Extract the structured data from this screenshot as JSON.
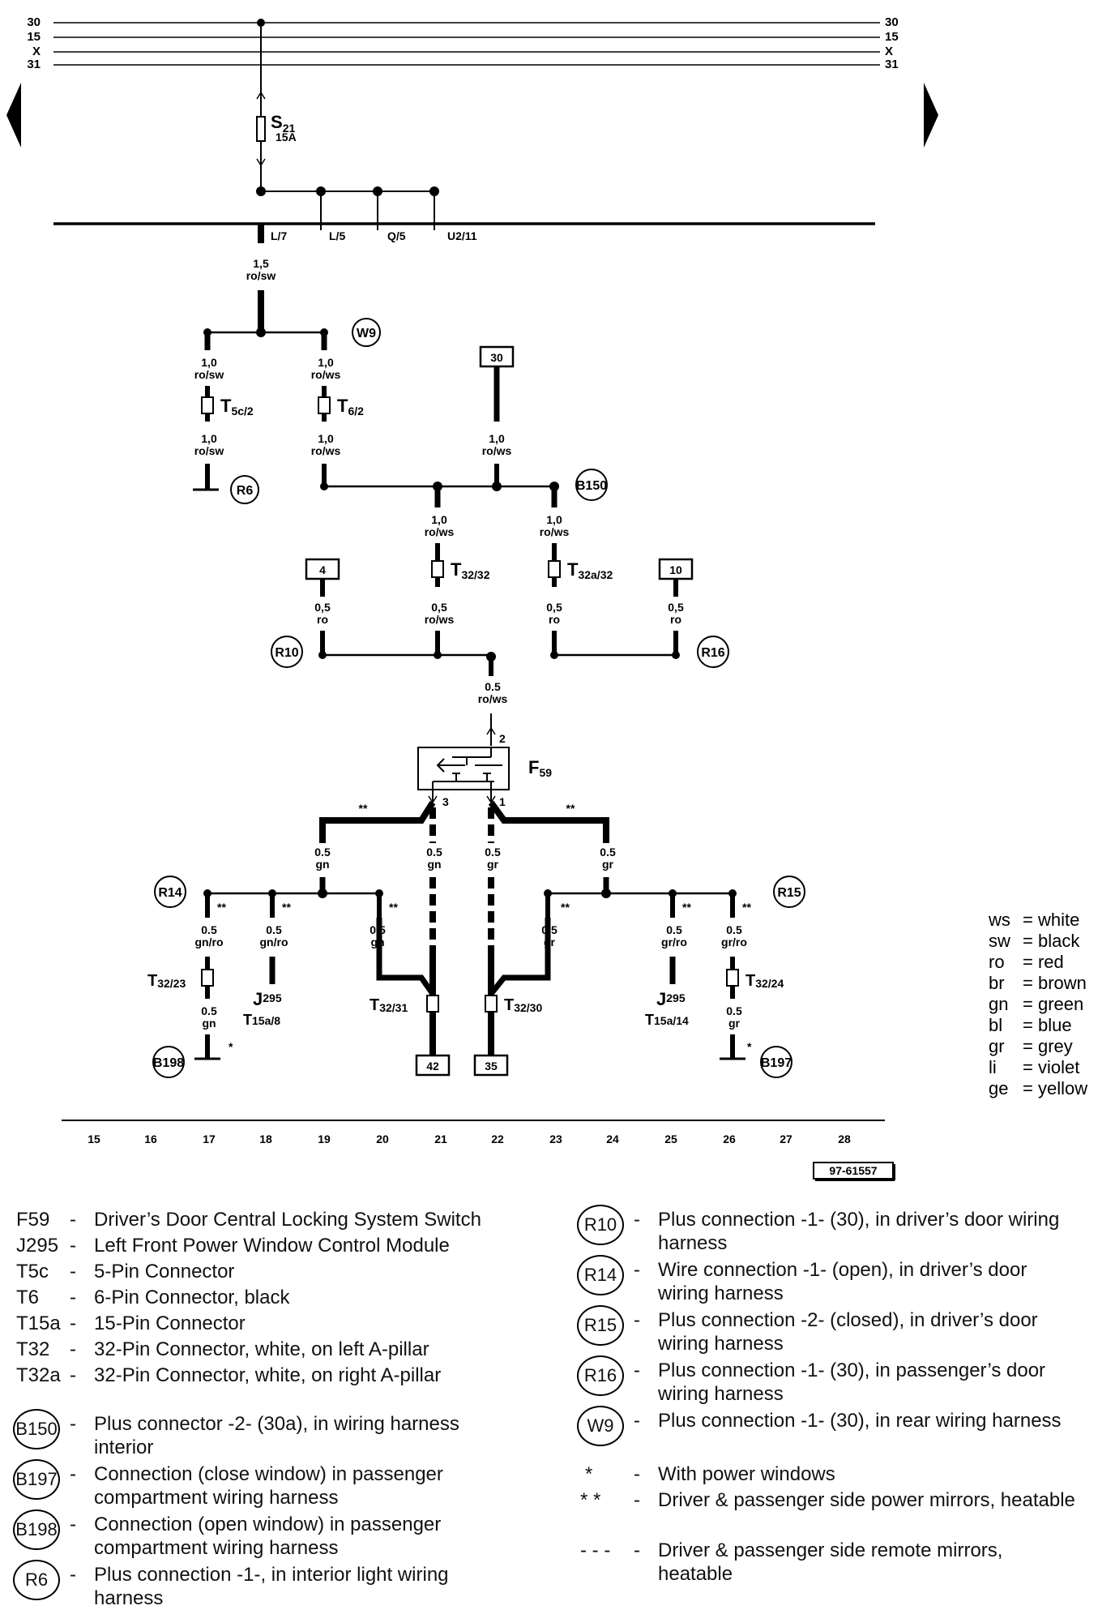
{
  "rails": {
    "left": [
      "30",
      "15",
      "X",
      "31"
    ],
    "right": [
      "30",
      "15",
      "X",
      "31"
    ]
  },
  "fuse": {
    "name": "S",
    "sub": "21",
    "rating": "15A"
  },
  "bus_taps": [
    "L/7",
    "L/5",
    "Q/5",
    "U2/11"
  ],
  "wires": {
    "main": [
      "1,5",
      "ro/sw"
    ],
    "w1": [
      "1,0",
      "ro/sw"
    ],
    "w2": [
      "1,0",
      "ro/ws"
    ],
    "w3": [
      "1,0",
      "ro/sw"
    ],
    "w4": [
      "1,0",
      "ro/ws"
    ],
    "w5": [
      "1,0",
      "ro/ws"
    ],
    "w6": [
      "1,0",
      "ro/ws"
    ],
    "w7": [
      "1,0",
      "ro/ws"
    ],
    "w8": [
      "0,5",
      "ro"
    ],
    "w9": [
      "0,5",
      "ro/ws"
    ],
    "w10": [
      "0,5",
      "ro"
    ],
    "w11": [
      "0,5",
      "ro"
    ],
    "w12": [
      "0.5",
      "ro/ws"
    ],
    "w13": [
      "0.5",
      "gn"
    ],
    "w14": [
      "0.5",
      "gn"
    ],
    "w15": [
      "0.5",
      "gr"
    ],
    "w16": [
      "0.5",
      "gr"
    ],
    "w17": [
      "0.5",
      "gn/ro"
    ],
    "w18": [
      "0.5",
      "gn/ro"
    ],
    "w19": [
      "0.5",
      "gn"
    ],
    "w20": [
      "0.5",
      "gr"
    ],
    "w21": [
      "0.5",
      "gr/ro"
    ],
    "w22": [
      "0.5",
      "gr/ro"
    ],
    "w23": [
      "0.5",
      "gn"
    ],
    "w24": [
      "0.5",
      "gr"
    ]
  },
  "connectors": {
    "t5c": {
      "name": "T",
      "sub": "5c/2"
    },
    "t6": {
      "name": "T",
      "sub": "6/2"
    },
    "t3232": {
      "name": "T",
      "sub": "32/32"
    },
    "t32a32": {
      "name": "T",
      "sub": "32a/32"
    },
    "t3223": {
      "name": "T",
      "sub": "32/23"
    },
    "t3231": {
      "name": "T",
      "sub": "32/31"
    },
    "t3230": {
      "name": "T",
      "sub": "32/30"
    },
    "t3224": {
      "name": "T",
      "sub": "32/24"
    }
  },
  "modules": {
    "j1": {
      "name": "J",
      "sub": "295",
      "pin_name": "T",
      "pin_sub": "15a/8"
    },
    "j2": {
      "name": "J",
      "sub": "295",
      "pin_name": "T",
      "pin_sub": "15a/14"
    }
  },
  "switch": {
    "name": "F",
    "sub": "59",
    "pins": [
      "2",
      "3",
      "1"
    ]
  },
  "ground_points": {
    "w9": "W9",
    "r6": "R6",
    "b150": "B150",
    "r10": "R10",
    "r16": "R16",
    "r14": "R14",
    "r15": "R15",
    "b198": "B198",
    "b197": "B197"
  },
  "boxes": {
    "b30": "30",
    "b4": "4",
    "b10": "10",
    "b42": "42",
    "b35": "35"
  },
  "marks": {
    "single": "*",
    "double": "**"
  },
  "scale": [
    "15",
    "16",
    "17",
    "18",
    "19",
    "20",
    "21",
    "22",
    "23",
    "24",
    "25",
    "26",
    "27",
    "28"
  ],
  "doc_number": "97-61557",
  "color_key": [
    {
      "code": "ws",
      "name": "white"
    },
    {
      "code": "sw",
      "name": "black"
    },
    {
      "code": "ro",
      "name": "red"
    },
    {
      "code": "br",
      "name": "brown"
    },
    {
      "code": "gn",
      "name": "green"
    },
    {
      "code": "bl",
      "name": "blue"
    },
    {
      "code": "gr",
      "name": "grey"
    },
    {
      "code": "li",
      "name": "violet"
    },
    {
      "code": "ge",
      "name": "yellow"
    }
  ],
  "legend_left": [
    {
      "code": "F59",
      "desc": "Driver’s Door Central Locking System Switch"
    },
    {
      "code": "J295",
      "desc": "Left Front Power Window Control Module"
    },
    {
      "code": "T5c",
      "desc": "5-Pin Connector"
    },
    {
      "code": "T6",
      "desc": "6-Pin Connector, black"
    },
    {
      "code": "T15a",
      "desc": "15-Pin Connector"
    },
    {
      "code": "T32",
      "desc": "32-Pin Connector, white, on left A-pillar"
    },
    {
      "code": "T32a",
      "desc": "32-Pin Connector, white, on right A-pillar"
    }
  ],
  "legend_left_circles": [
    {
      "code": "B150",
      "desc": "Plus connector -2- (30a), in wiring harness interior"
    },
    {
      "code": "B197",
      "desc": "Connection (close window) in passenger compartment wiring harness"
    },
    {
      "code": "B198",
      "desc": "Connection (open window) in passenger compartment wiring harness"
    },
    {
      "code": "R6",
      "desc": "Plus connection -1-, in interior light wiring harness"
    }
  ],
  "legend_right_circles": [
    {
      "code": "R10",
      "desc": "Plus connection -1- (30), in driver’s door wiring harness"
    },
    {
      "code": "R14",
      "desc": "Wire connection -1- (open), in driver’s door wiring harness"
    },
    {
      "code": "R15",
      "desc": "Plus connection -2- (closed), in driver’s door wiring harness"
    },
    {
      "code": "R16",
      "desc": "Plus connection -1- (30), in passenger’s door wiring harness"
    },
    {
      "code": "W9",
      "desc": "Plus connection -1- (30), in rear wiring harness"
    }
  ],
  "legend_notes": [
    {
      "mark": "*",
      "desc": "With power windows"
    },
    {
      "mark": "* *",
      "desc": "Driver & passenger side power mirrors, heatable"
    },
    {
      "mark": "- - -",
      "desc": "Driver & passenger side remote mirrors, heatable"
    }
  ]
}
